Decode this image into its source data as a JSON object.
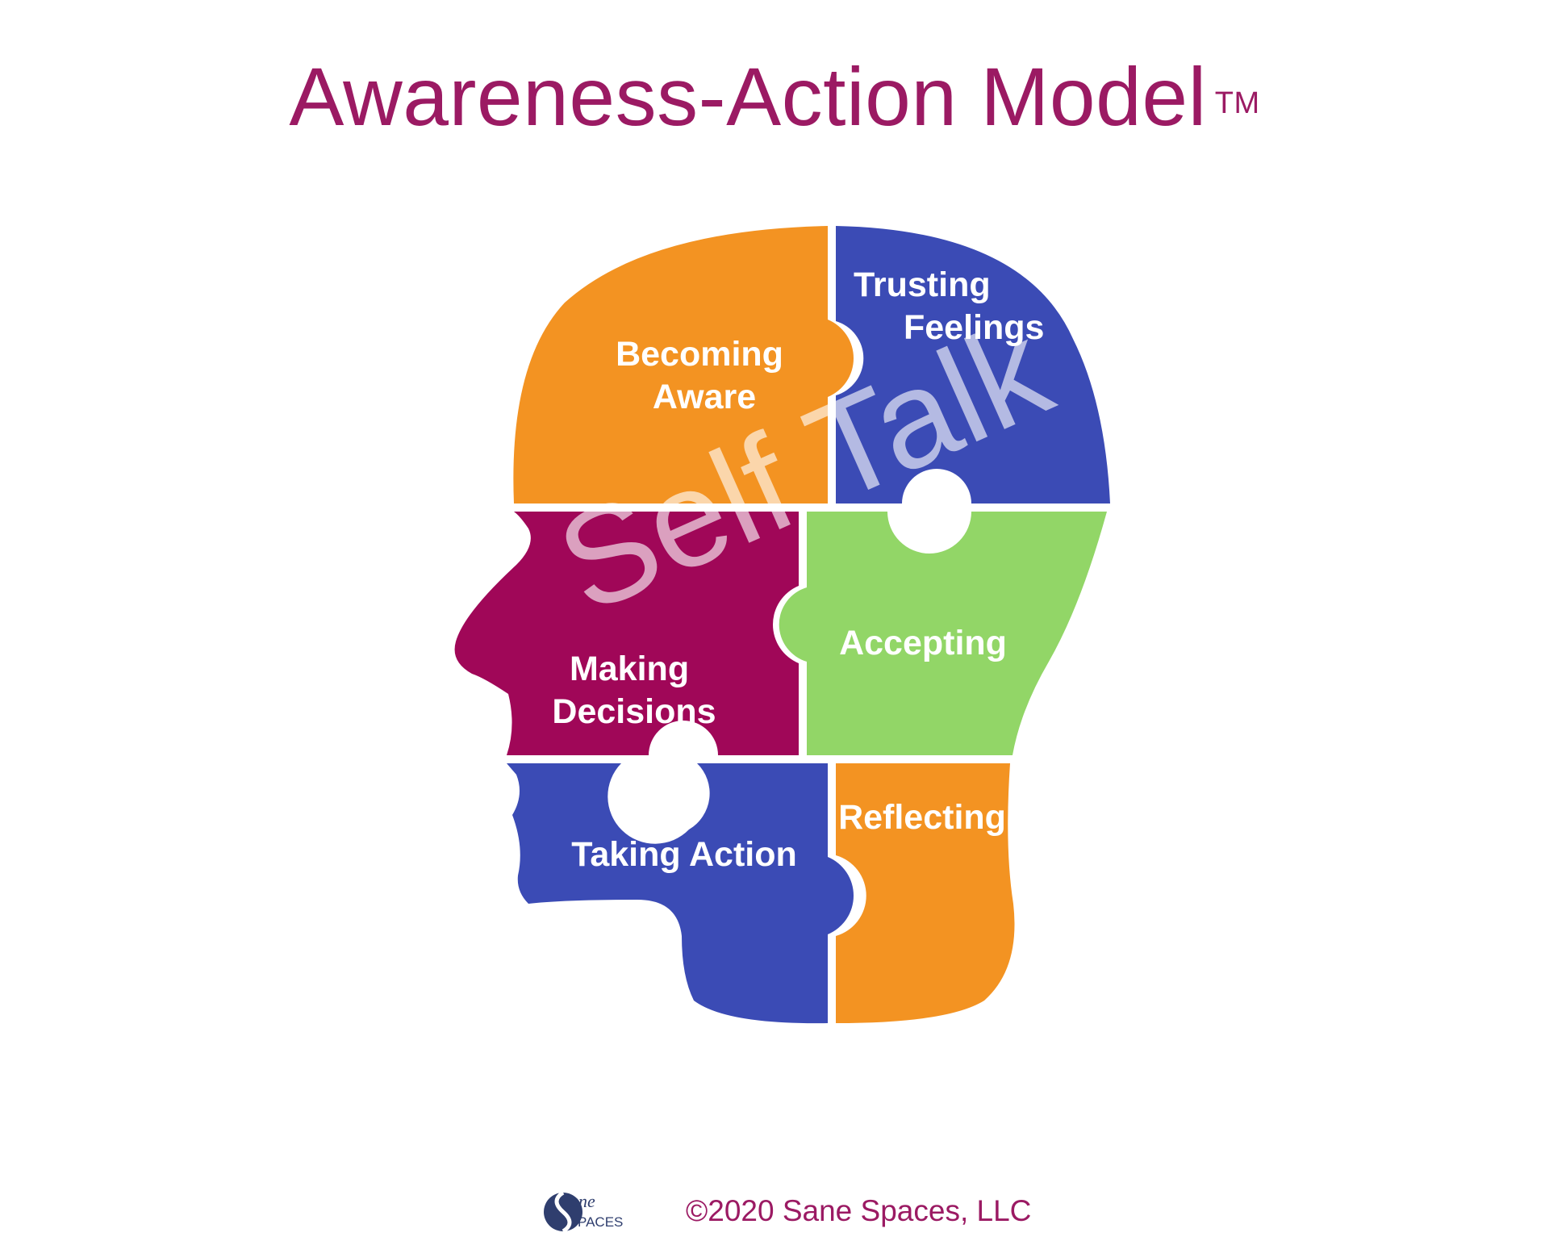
{
  "title": {
    "text": "Awareness-Action Model",
    "trademark": "TM"
  },
  "watermark": "Self Talk",
  "pieces": [
    {
      "id": "becoming-aware",
      "lines": [
        "Becoming",
        "Aware"
      ],
      "color": "#f39322"
    },
    {
      "id": "trusting-feelings",
      "lines": [
        "Trusting",
        "Feelings"
      ],
      "color": "#3b4bb5"
    },
    {
      "id": "making-decisions",
      "lines": [
        "Making",
        "Decisions"
      ],
      "color": "#a00758"
    },
    {
      "id": "accepting",
      "lines": [
        "Accepting"
      ],
      "color": "#92d667"
    },
    {
      "id": "taking-action",
      "lines": [
        "Taking Action"
      ],
      "color": "#3b4bb5"
    },
    {
      "id": "reflecting",
      "lines": [
        "Reflecting"
      ],
      "color": "#f39322"
    }
  ],
  "footer": {
    "copyright": "©2020 Sane Spaces, LLC",
    "logo_text_1": "ane",
    "logo_text_2": "PACES",
    "logo_color": "#2f3e6e"
  }
}
